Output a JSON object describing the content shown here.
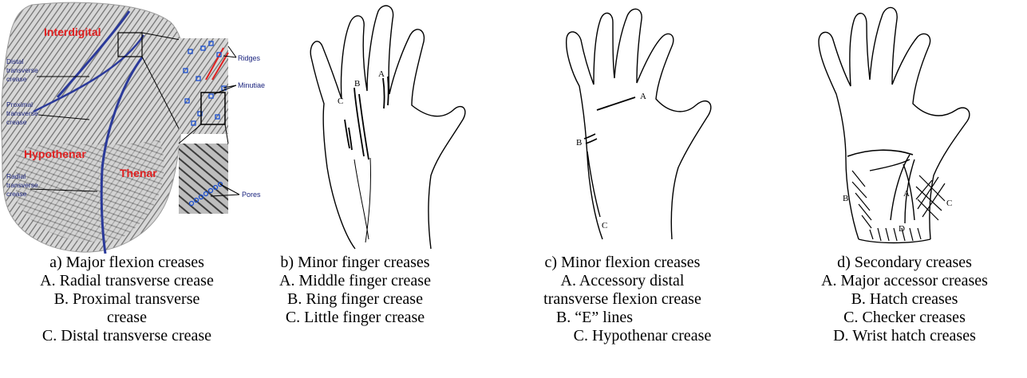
{
  "panel_a": {
    "labels": {
      "interdigital": "Interdigital",
      "hypothenar": "Hypothenar",
      "thenar": "Thenar",
      "distal": [
        "Distal",
        "transverse",
        "crease"
      ],
      "proximal": [
        "Proximal",
        "transverse",
        "crease"
      ],
      "radial": [
        "Radial",
        "transverse",
        "crease"
      ],
      "ridges": "Ridges",
      "minutiae": "Minutiae",
      "pores": "Pores"
    },
    "caption": [
      "a) Major flexion creases",
      "A. Radial transverse crease",
      "B. Proximal  transverse",
      "crease",
      "C. Distal transverse crease"
    ]
  },
  "panel_b": {
    "marks": {
      "a": "A",
      "b": "B",
      "c": "C"
    },
    "caption": [
      "b) Minor finger creases",
      "A. Middle finger crease",
      "B. Ring finger crease",
      "C. Little finger crease"
    ]
  },
  "panel_c": {
    "marks": {
      "a": "A",
      "b": "B",
      "c": "C"
    },
    "caption": [
      "c) Minor flexion creases",
      "A. Accessory distal",
      "transverse flexion  crease",
      "B. “E” lines",
      "C. Hypothenar crease"
    ]
  },
  "panel_d": {
    "marks": {
      "a": "A",
      "b": "B",
      "c": "C",
      "d": "D"
    },
    "caption": [
      "d) Secondary creases",
      "A. Major accessor  creases",
      "B. Hatch creases",
      "C. Checker creases",
      "D. Wrist hatch creases"
    ]
  },
  "colors": {
    "label_red": "#e02020",
    "line_blue": "#2b3a9a",
    "text_blue": "#1a237e"
  }
}
